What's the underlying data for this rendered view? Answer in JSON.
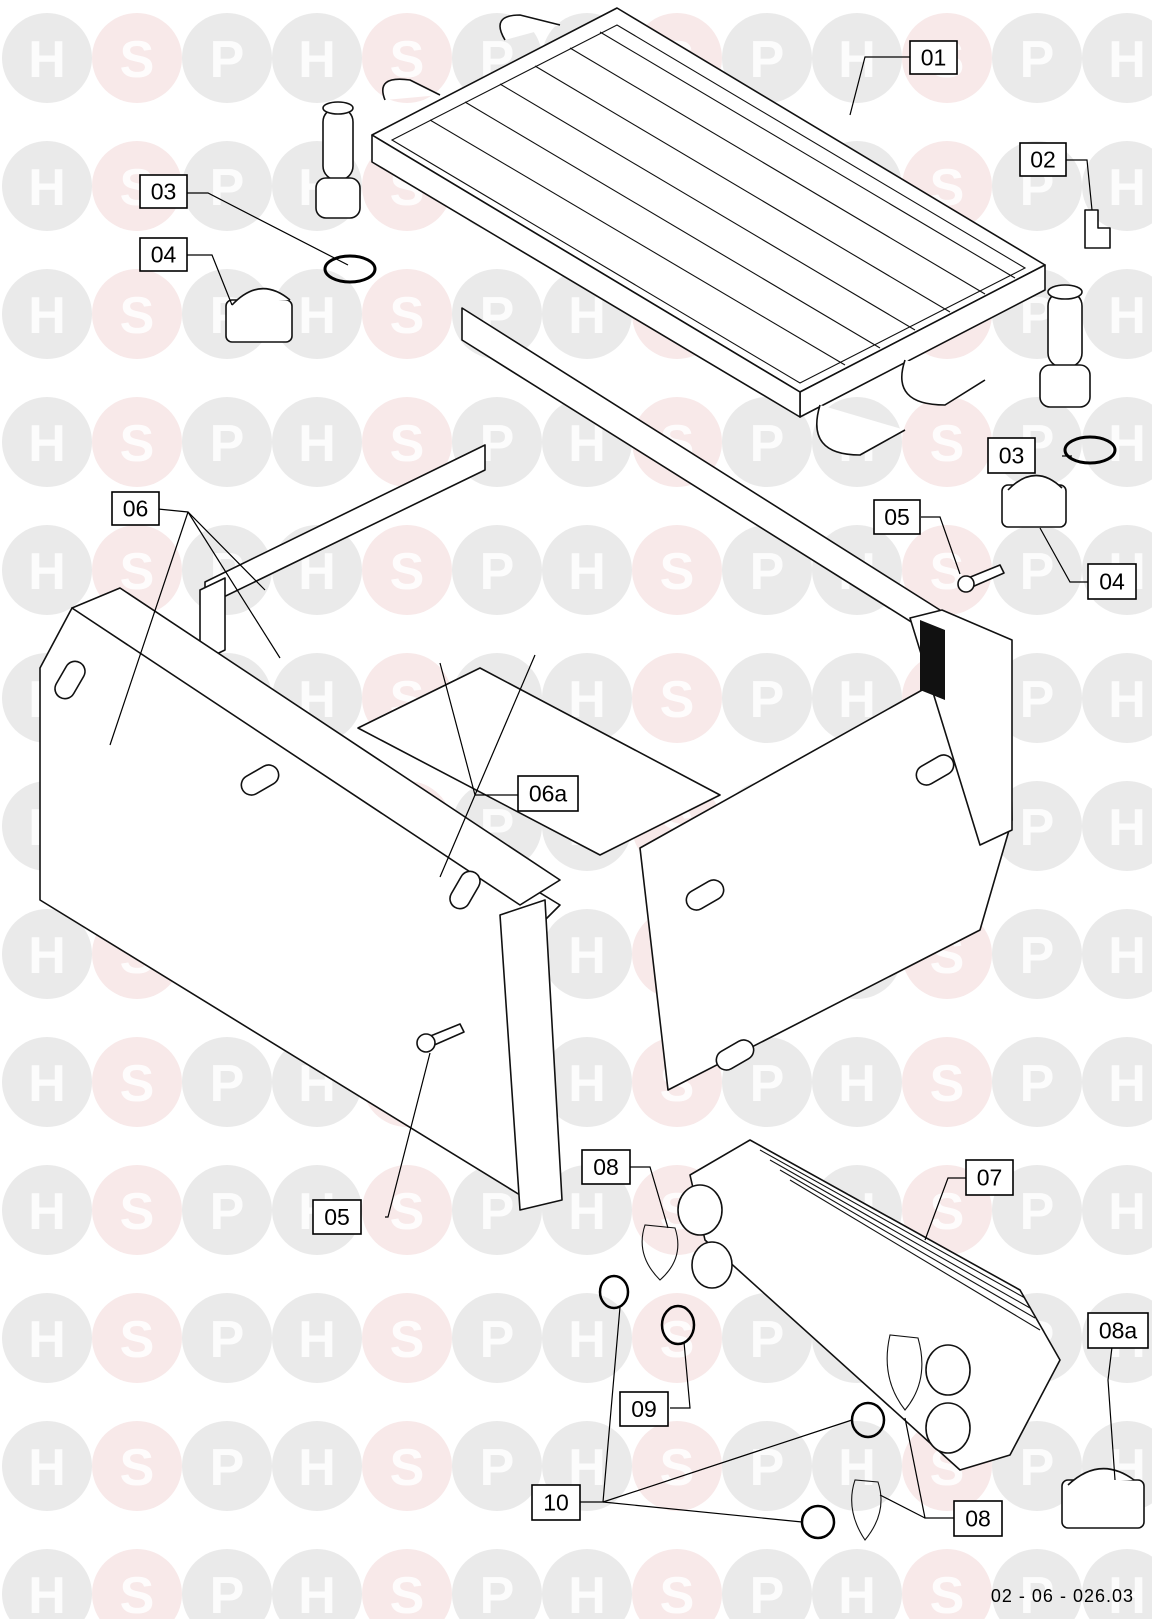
{
  "watermark": {
    "letters": [
      "H",
      "S",
      "P"
    ],
    "colors": {
      "H": "#d9d9d9",
      "S": "#f3d7d7",
      "P": "#d9d9d9"
    }
  },
  "callouts": [
    {
      "id": "01",
      "label": "01"
    },
    {
      "id": "02",
      "label": "02"
    },
    {
      "id": "03a",
      "label": "03"
    },
    {
      "id": "03b",
      "label": "03"
    },
    {
      "id": "04a",
      "label": "04"
    },
    {
      "id": "04b",
      "label": "04"
    },
    {
      "id": "05a",
      "label": "05"
    },
    {
      "id": "05b",
      "label": "05"
    },
    {
      "id": "06",
      "label": "06"
    },
    {
      "id": "06a",
      "label": "06a"
    },
    {
      "id": "07",
      "label": "07"
    },
    {
      "id": "08a-top",
      "label": "08"
    },
    {
      "id": "08a",
      "label": "08a"
    },
    {
      "id": "08b",
      "label": "08"
    },
    {
      "id": "09",
      "label": "09"
    },
    {
      "id": "10",
      "label": "10"
    }
  ],
  "drawing_reference": "02 - 06 - 026.03"
}
